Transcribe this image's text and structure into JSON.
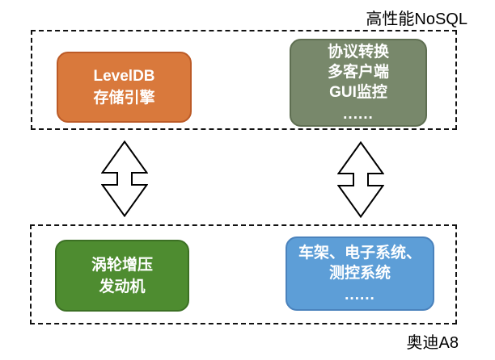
{
  "groups": {
    "top": {
      "label": "高性能NoSQL",
      "boxes": {
        "leveldb": {
          "lines": [
            "LevelDB",
            "存储引擎"
          ],
          "fill": "#D9793C",
          "border": "#BC5B27"
        },
        "features": {
          "lines": [
            "协议转换",
            "多客户端",
            "GUI监控",
            "......"
          ],
          "fill": "#78886B",
          "border": "#5E6E51"
        }
      }
    },
    "bottom": {
      "label": "奥迪A8",
      "boxes": {
        "engine": {
          "lines": [
            "涡轮增压",
            "发动机"
          ],
          "fill": "#4E8C30",
          "border": "#3C7024"
        },
        "systems": {
          "lines": [
            "车架、电子系统、",
            "测控系统",
            "......"
          ],
          "fill": "#5D9ED7",
          "border": "#4A82BC"
        }
      }
    },
    "connectors": {
      "left_arrow": "up-down-double-arrow",
      "right_arrow": "up-down-double-arrow",
      "stroke": "#000000",
      "fill": "#ffffff"
    },
    "frame": {
      "border_style": "dashed",
      "border_color": "#111111",
      "text_color": "#000000",
      "box_text_color": "#ffffff"
    }
  }
}
